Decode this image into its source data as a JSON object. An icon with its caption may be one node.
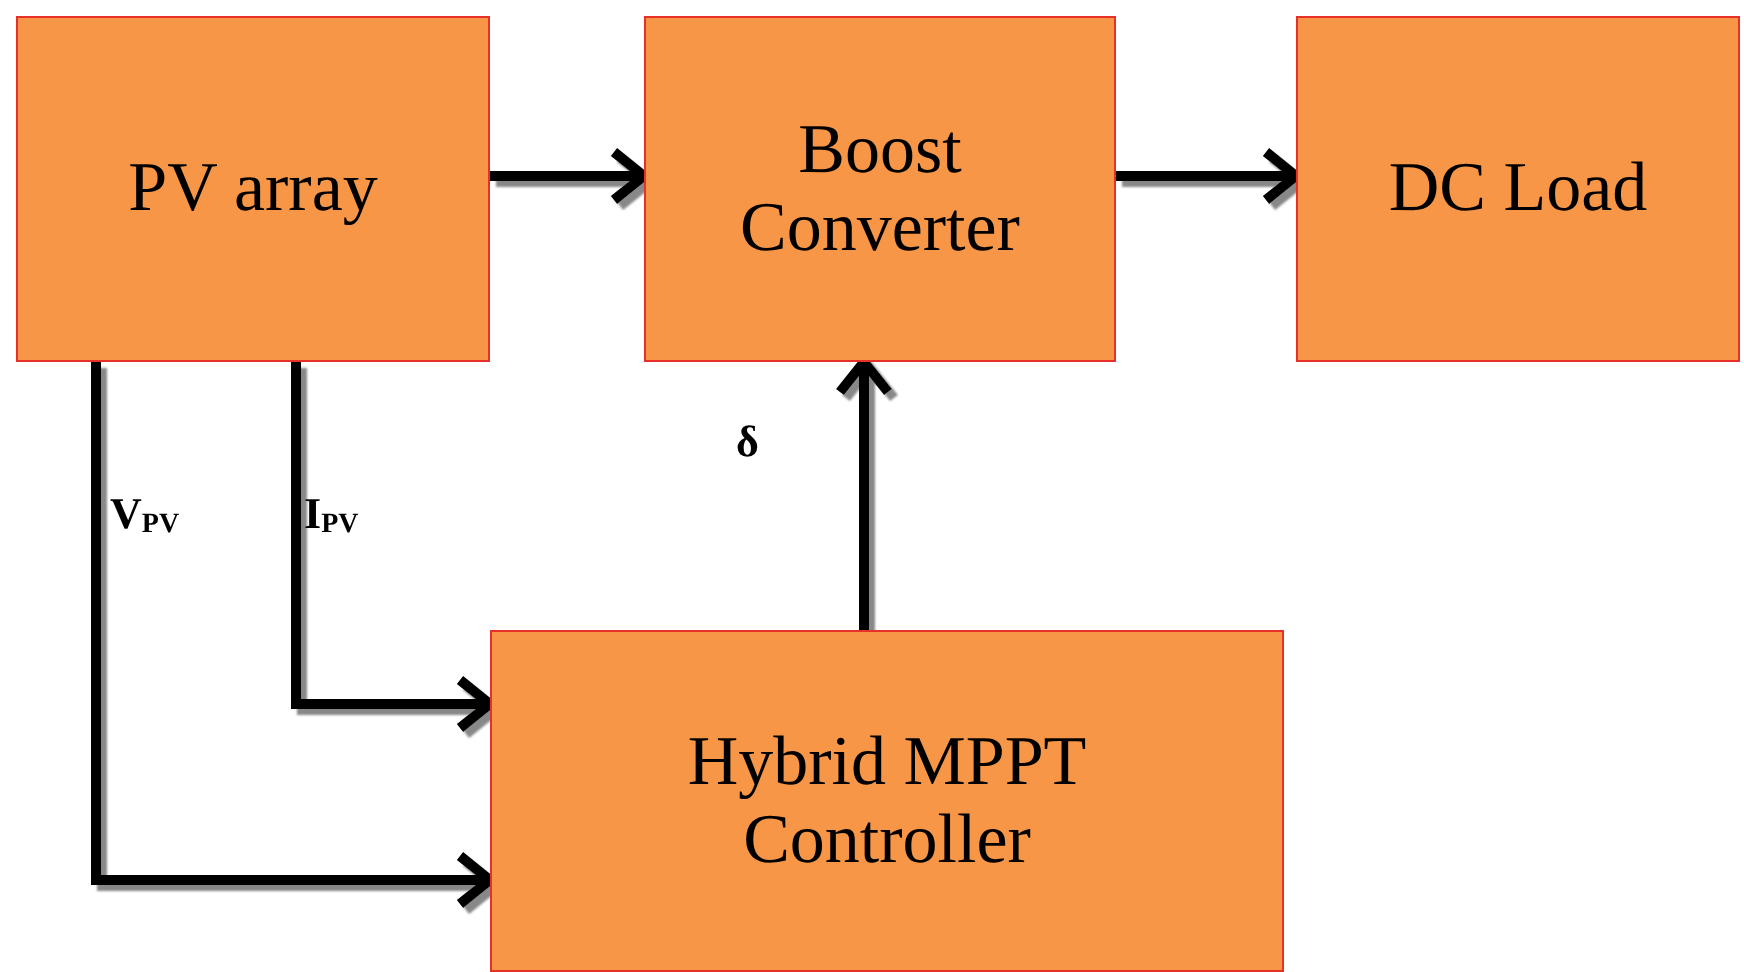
{
  "diagram": {
    "nodes": [
      {
        "text": [
          "PV array"
        ]
      },
      {
        "text": [
          "Boost Converter"
        ]
      },
      {
        "text": [
          "DC Load"
        ]
      },
      {
        "text": [
          "Hybrid MPPT Controller"
        ]
      }
    ],
    "edges": [
      {
        "from": 0,
        "to": 1,
        "arrow": "to"
      },
      {
        "from": 1,
        "to": 2,
        "arrow": "to"
      },
      {
        "from": 3,
        "to": 1,
        "arrow": "to",
        "label": "δ"
      },
      {
        "from": 0,
        "to": 3,
        "arrow": "to",
        "label": "I$_{PV}$"
      },
      {
        "from": 0,
        "to": 3,
        "arrow": "to",
        "label": "V$_{PV}$"
      }
    ]
  }
}
